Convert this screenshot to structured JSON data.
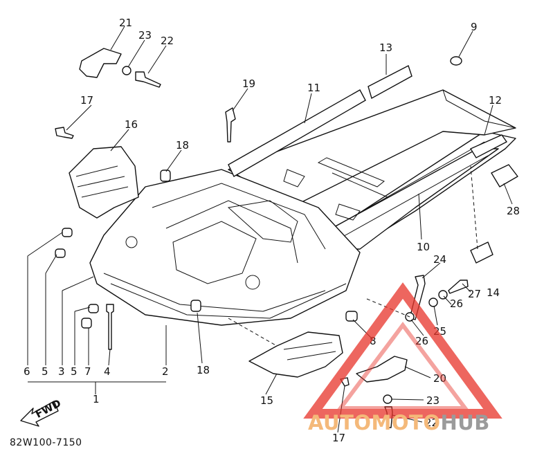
{
  "diagram": {
    "callouts": [
      "21",
      "23",
      "22",
      "9",
      "13",
      "17",
      "16",
      "19",
      "11",
      "12",
      "18",
      "28",
      "10",
      "14",
      "24",
      "27",
      "26",
      "25",
      "26",
      "8",
      "6",
      "5",
      "3",
      "5",
      "7",
      "4",
      "2",
      "18",
      "20",
      "15",
      "23",
      "22",
      "17",
      "1"
    ],
    "direction_label": "FWD",
    "part_code": "82W100-7150"
  },
  "watermark": {
    "text_a": "AUTOMOTO",
    "text_b": "HUB",
    "color_a": "#f4b97a",
    "color_b": "#9b9b9b",
    "triangle_color": "#e8342a"
  }
}
